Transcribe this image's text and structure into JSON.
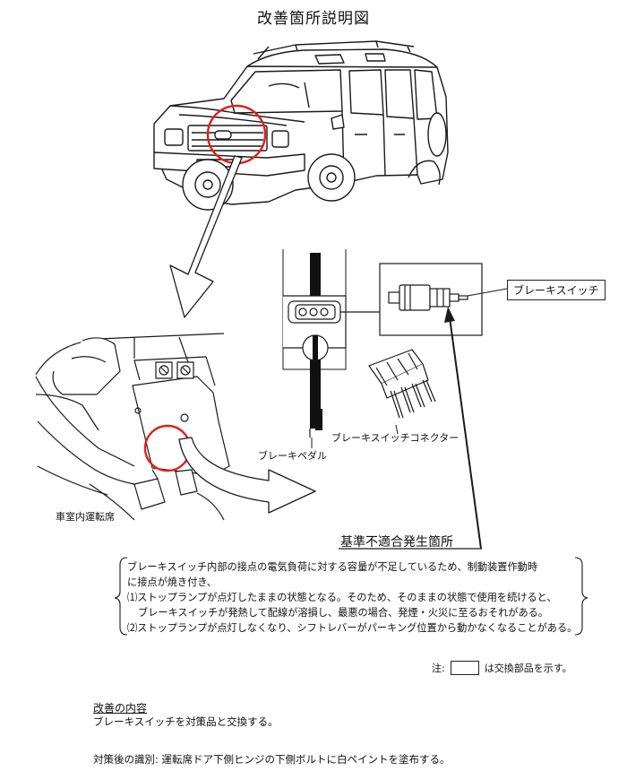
{
  "title": "改善箇所説明図",
  "labels": {
    "brake_switch": "ブレーキスイッチ",
    "brake_pedal": "ブレーキペダル",
    "brake_switch_connector": "ブレーキスイッチコネクター",
    "driver_seat": "車室内運転席"
  },
  "nonconformity": {
    "heading": "基準不適合発生箇所",
    "lines": [
      "ブレーキスイッチ内部の接点の電気負荷に対する容量が不足しているため、制動装置作動時",
      "に接点が焼き付き、",
      "⑴ストップランプが点灯したままの状態となる。そのため、そのままの状態で使用を続けると、",
      "ブレーキスイッチが発熱して配線が溶損し、最悪の場合、発煙・火災に至るおそれがある。",
      "⑵ストップランプが点灯しなくなり、シフトレバーがパーキング位置から動かなくなることがある。"
    ]
  },
  "note": {
    "prefix": "注:",
    "suffix": "は交換部品を示す。"
  },
  "improvement": {
    "heading": "改善の内容",
    "body": "ブレーキスイッチを対策品と交換する。"
  },
  "identification": "対策後の識別: 運転席ドア下側ヒンジの下側ボルトに白ペイントを塗布する。",
  "colors": {
    "highlight_circle": "#e0201c",
    "line": "#1a1a1a"
  }
}
